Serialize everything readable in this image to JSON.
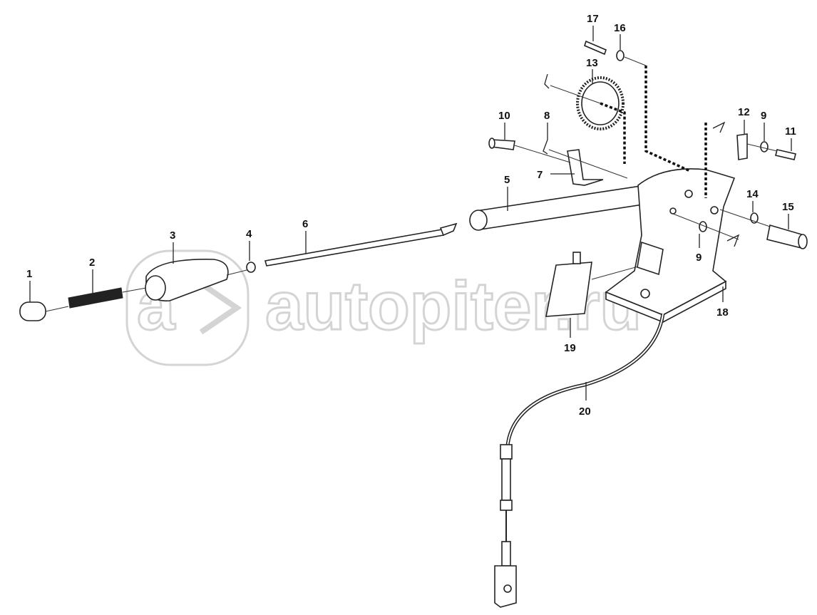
{
  "watermark": {
    "text": "autopiter.ru"
  },
  "callouts": [
    {
      "id": "c1",
      "text": "1"
    },
    {
      "id": "c2",
      "text": "2"
    },
    {
      "id": "c3",
      "text": "3"
    },
    {
      "id": "c4",
      "text": "4"
    },
    {
      "id": "c5",
      "text": "5"
    },
    {
      "id": "c6",
      "text": "6"
    },
    {
      "id": "c7",
      "text": "7"
    },
    {
      "id": "c8",
      "text": "8"
    },
    {
      "id": "c9a",
      "text": "9"
    },
    {
      "id": "c9b",
      "text": "9"
    },
    {
      "id": "c10",
      "text": "10"
    },
    {
      "id": "c11",
      "text": "11"
    },
    {
      "id": "c12",
      "text": "12"
    },
    {
      "id": "c13",
      "text": "13"
    },
    {
      "id": "c14",
      "text": "14"
    },
    {
      "id": "c15",
      "text": "15"
    },
    {
      "id": "c16",
      "text": "16"
    },
    {
      "id": "c17",
      "text": "17"
    },
    {
      "id": "c18",
      "text": "18"
    },
    {
      "id": "c19",
      "text": "19"
    },
    {
      "id": "c20",
      "text": "20"
    }
  ]
}
